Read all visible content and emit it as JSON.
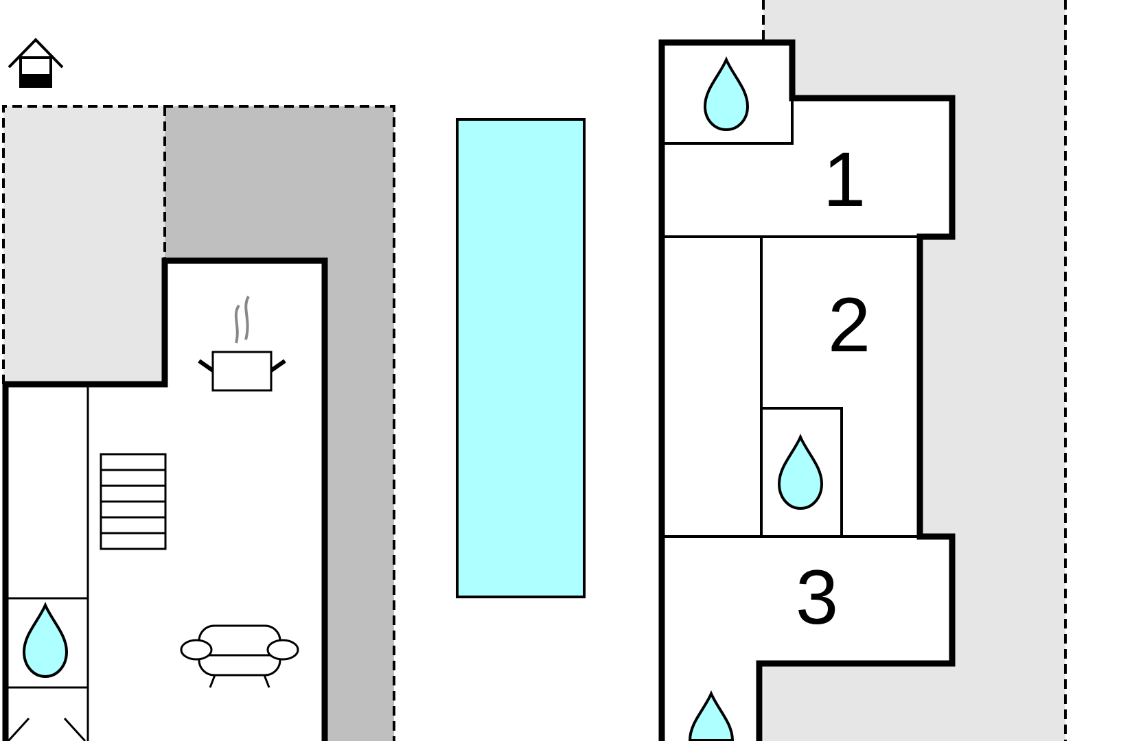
{
  "colors": {
    "outdoor_light": "#e6e6e6",
    "outdoor_dark": "#bfbfbf",
    "water": "#aeffff",
    "wall": "#000000",
    "background": "#ffffff"
  },
  "icons": {
    "entrance": "house-entrance-icon",
    "bathroom": "water-drop-icon",
    "kitchen": "cooking-pot-icon",
    "living": "sofa-icon",
    "stairs": "stairs-icon",
    "pool": "swimming-pool"
  },
  "rooms": [
    {
      "number": "1"
    },
    {
      "number": "2"
    },
    {
      "number": "3"
    }
  ]
}
